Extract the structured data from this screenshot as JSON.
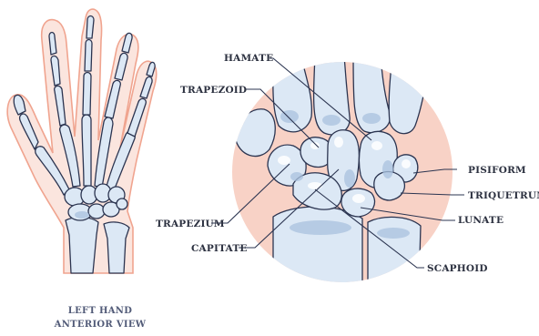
{
  "hand_caption": {
    "line1": "LEFT HAND",
    "line2": "ANTERIOR VIEW"
  },
  "labels": {
    "hamate": "HAMATE",
    "trapezoid": "TRAPEZOID",
    "trapezium": "TRAPEZIUM",
    "capitate": "CAPITATE",
    "pisiform": "PISIFORM",
    "triquetrum": "TRIQUETRUM",
    "lunate": "LUNATE",
    "scaphoid": "SCAPHOID"
  },
  "colors": {
    "outline": "#2b3450",
    "bone_fill": "#dce8f5",
    "bone_shadow": "#a9c2de",
    "skin_fill": "#fbe5de",
    "skin_outline": "#f0a48f",
    "circle_bg": "#f8d2c6",
    "label_text": "#2c3140",
    "caption_text": "#525b78"
  }
}
